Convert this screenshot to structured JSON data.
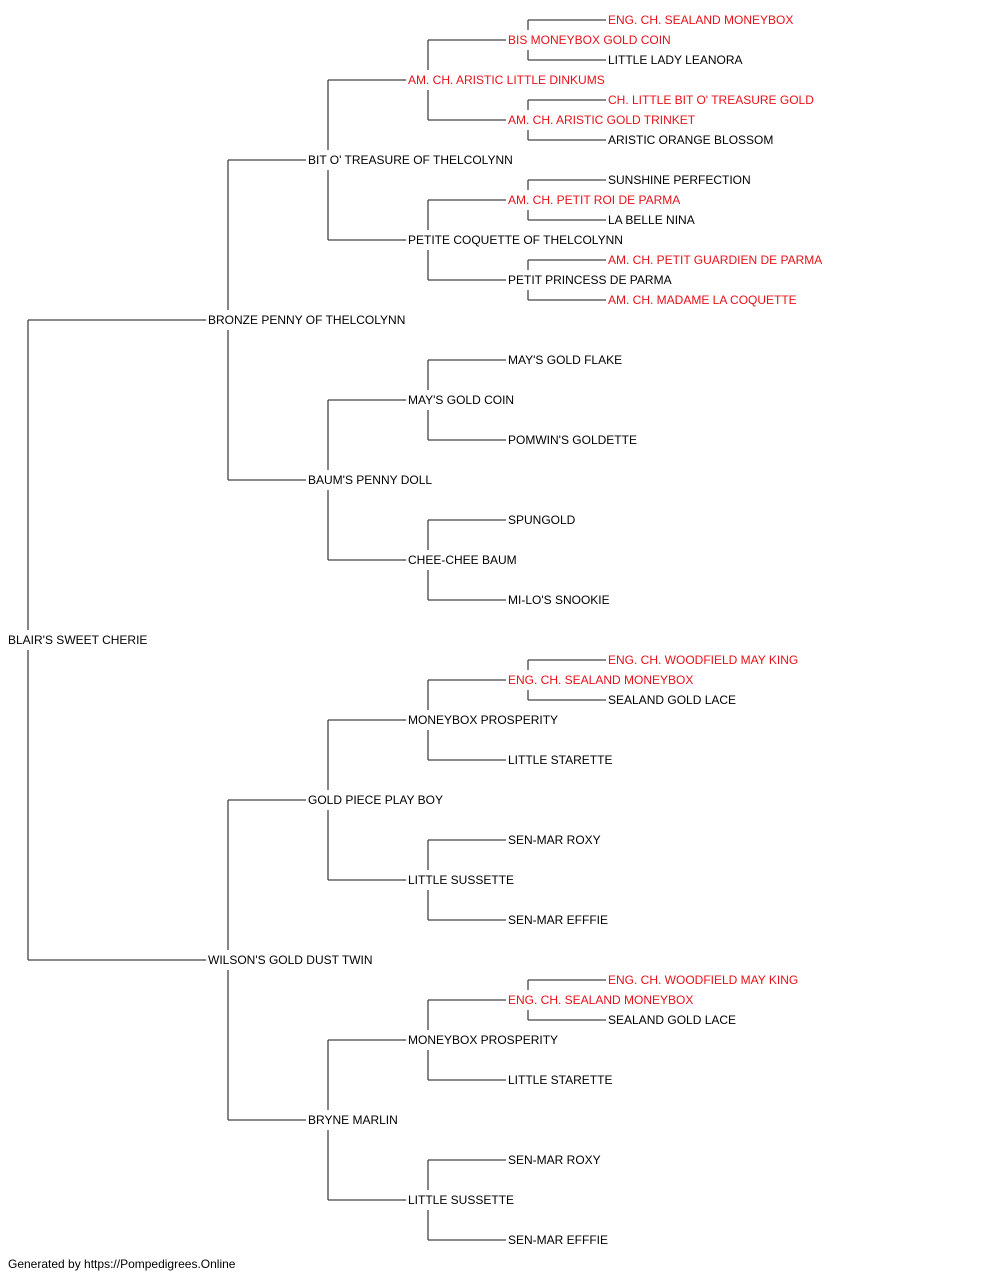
{
  "colors": {
    "champion": "#e8101a",
    "normal": "#000000",
    "line": "#444444"
  },
  "pedigree": {
    "name": "BLAIR'S SWEET CHERIE",
    "champion": false,
    "sire": {
      "name": "BRONZE PENNY OF THELCOLYNN",
      "champion": false,
      "sire": {
        "name": "BIT O' TREASURE OF THELCOLYNN",
        "champion": false,
        "sire": {
          "name": "AM. CH. ARISTIC LITTLE DINKUMS",
          "champion": true,
          "sire": {
            "name": "BIS MONEYBOX GOLD COIN",
            "champion": true,
            "sire": {
              "name": "ENG. CH. SEALAND MONEYBOX",
              "champion": true
            },
            "dam": {
              "name": "LITTLE LADY LEANORA",
              "champion": false
            }
          },
          "dam": {
            "name": "AM. CH. ARISTIC GOLD TRINKET",
            "champion": true,
            "sire": {
              "name": "CH. LITTLE BIT O' TREASURE GOLD",
              "champion": true
            },
            "dam": {
              "name": "ARISTIC ORANGE BLOSSOM",
              "champion": false
            }
          }
        },
        "dam": {
          "name": "PETITE COQUETTE OF THELCOLYNN",
          "champion": false,
          "sire": {
            "name": "AM. CH. PETIT ROI DE PARMA",
            "champion": true,
            "sire": {
              "name": "SUNSHINE PERFECTION",
              "champion": false
            },
            "dam": {
              "name": "LA BELLE NINA",
              "champion": false
            }
          },
          "dam": {
            "name": "PETIT PRINCESS DE PARMA",
            "champion": false,
            "sire": {
              "name": "AM. CH. PETIT GUARDIEN DE PARMA",
              "champion": true
            },
            "dam": {
              "name": "AM. CH. MADAME LA COQUETTE",
              "champion": true
            }
          }
        }
      },
      "dam": {
        "name": "BAUM'S PENNY DOLL",
        "champion": false,
        "sire": {
          "name": "MAY'S GOLD COIN",
          "champion": false,
          "sire": {
            "name": "MAY'S GOLD FLAKE",
            "champion": false
          },
          "dam": {
            "name": "POMWIN'S GOLDETTE",
            "champion": false
          }
        },
        "dam": {
          "name": "CHEE-CHEE BAUM",
          "champion": false,
          "sire": {
            "name": "SPUNGOLD",
            "champion": false
          },
          "dam": {
            "name": "MI-LO'S SNOOKIE",
            "champion": false
          }
        }
      }
    },
    "dam": {
      "name": "WILSON'S GOLD DUST TWIN",
      "champion": false,
      "sire": {
        "name": "GOLD PIECE PLAY BOY",
        "champion": false,
        "sire": {
          "name": "MONEYBOX PROSPERITY",
          "champion": false,
          "sire": {
            "name": "ENG. CH. SEALAND MONEYBOX",
            "champion": true,
            "sire": {
              "name": "ENG. CH. WOODFIELD MAY KING",
              "champion": true
            },
            "dam": {
              "name": "SEALAND GOLD LACE",
              "champion": false
            }
          },
          "dam": {
            "name": "LITTLE STARETTE",
            "champion": false
          }
        },
        "dam": {
          "name": "LITTLE SUSSETTE",
          "champion": false,
          "sire": {
            "name": "SEN-MAR ROXY",
            "champion": false
          },
          "dam": {
            "name": "SEN-MAR EFFFIE",
            "champion": false
          }
        }
      },
      "dam": {
        "name": "BRYNE MARLIN",
        "champion": false,
        "sire": {
          "name": "MONEYBOX PROSPERITY",
          "champion": false,
          "sire": {
            "name": "ENG. CH. SEALAND MONEYBOX",
            "champion": true,
            "sire": {
              "name": "ENG. CH. WOODFIELD MAY KING",
              "champion": true
            },
            "dam": {
              "name": "SEALAND GOLD LACE",
              "champion": false
            }
          },
          "dam": {
            "name": "LITTLE STARETTE",
            "champion": false
          }
        },
        "dam": {
          "name": "LITTLE SUSSETTE",
          "champion": false,
          "sire": {
            "name": "SEN-MAR ROXY",
            "champion": false
          },
          "dam": {
            "name": "SEN-MAR EFFFIE",
            "champion": false
          }
        }
      }
    }
  },
  "footer": {
    "text": "Generated by https://Pompedigrees.Online"
  }
}
